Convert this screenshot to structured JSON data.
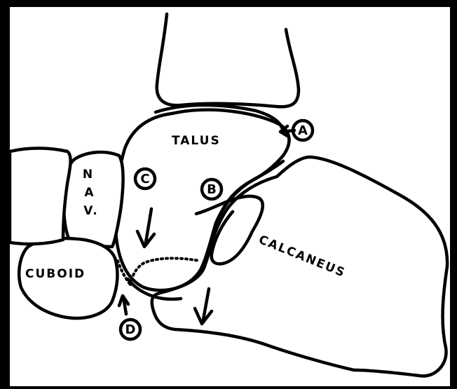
{
  "bones": {
    "talus": "TALUS",
    "calcaneus": "CALCANEUS",
    "cuboid": "CUBOID",
    "navicular_line1": "N",
    "navicular_line2": "A",
    "navicular_line3": "V."
  },
  "markers": {
    "a": "A",
    "b": "B",
    "c": "C",
    "d": "D"
  }
}
